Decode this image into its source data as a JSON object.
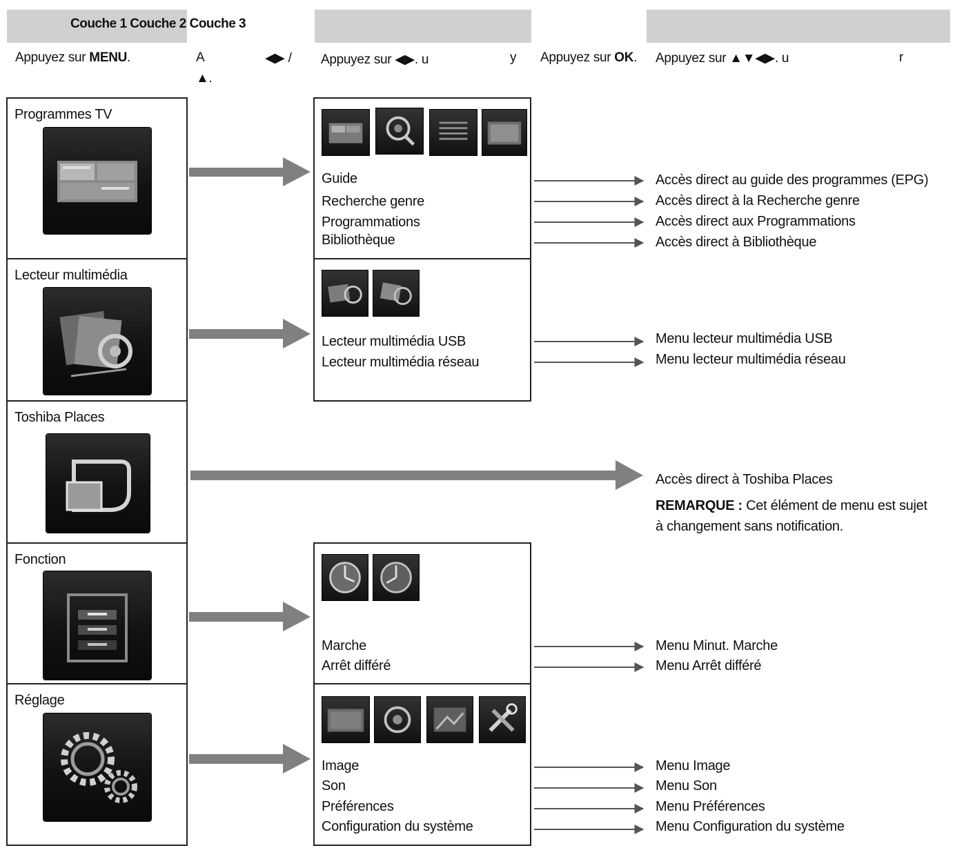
{
  "header": {
    "layers": "Couche 1 Couche 2 Couche 3"
  },
  "instructions": {
    "col1_prefix": "Appuyez sur ",
    "col1_key": "MENU",
    "col1_suffix": ".",
    "col1b_line1": "A",
    "col1b_glyphs": "◀▶ /",
    "col1b_line2": "▲.",
    "col2_prefix": "Appuyez sur ",
    "col2_glyphs": "◀▶",
    "col2_suffix": ". u",
    "col2_tail": "y",
    "col3_prefix": "Appuyez sur ",
    "col3_key": "OK",
    "col3_suffix": ".",
    "col4_prefix": "Appuyez sur ",
    "col4_glyphs": "▲▼◀▶",
    "col4_suffix": ". u",
    "col4_tail": "r"
  },
  "categories": [
    {
      "label": "Programmes TV",
      "icon": "tv-programs-icon"
    },
    {
      "label": "Lecteur multimédia",
      "icon": "media-player-icon"
    },
    {
      "label": "Toshiba Places",
      "icon": "toshiba-places-icon"
    },
    {
      "label": "Fonction",
      "icon": "function-cabinet-icon"
    },
    {
      "label": "Réglage",
      "icon": "settings-gears-icon"
    }
  ],
  "submenus": [
    {
      "thumbs": [
        "guide-thumb-icon",
        "genre-search-thumb-icon",
        "schedule-list-thumb-icon",
        "library-thumb-icon"
      ],
      "items": [
        "Guide",
        "Recherche genre",
        "Programmations",
        "Bibliothèque"
      ],
      "destinations": [
        "Accès direct au guide des programmes (EPG)",
        "Accès direct à la Recherche genre",
        "Accès direct aux Programmations",
        "Accès direct à Bibliothèque"
      ]
    },
    {
      "thumbs": [
        "usb-media-thumb-icon",
        "network-media-thumb-icon"
      ],
      "items": [
        "Lecteur multimédia USB",
        "Lecteur multimédia réseau"
      ],
      "destinations": [
        "Menu lecteur multimédia USB",
        "Menu lecteur multimédia réseau"
      ]
    },
    {
      "thumbs": [
        "on-timer-thumb-icon",
        "sleep-timer-thumb-icon"
      ],
      "items": [
        "Marche",
        "Arrêt différé"
      ],
      "destinations": [
        "Menu Minut. Marche",
        "Menu Arrêt différé"
      ]
    },
    {
      "thumbs": [
        "picture-thumb-icon",
        "sound-thumb-icon",
        "preferences-thumb-icon",
        "system-setup-thumb-icon"
      ],
      "items": [
        "Image",
        "Son",
        "Préférences",
        "Configuration du système"
      ],
      "destinations": [
        "Menu Image",
        "Menu Son",
        "Menu Préférences",
        "Menu Configuration du système"
      ]
    }
  ],
  "direct": {
    "destination": "Accès direct à Toshiba Places",
    "note_label": "REMARQUE :",
    "note_text": " Cet élément de menu est sujet à changement sans notification."
  },
  "colors": {
    "header_bar": "#d0d0d0",
    "arrow": "#808080",
    "thin_arrow": "#555555",
    "border": "#222222"
  }
}
